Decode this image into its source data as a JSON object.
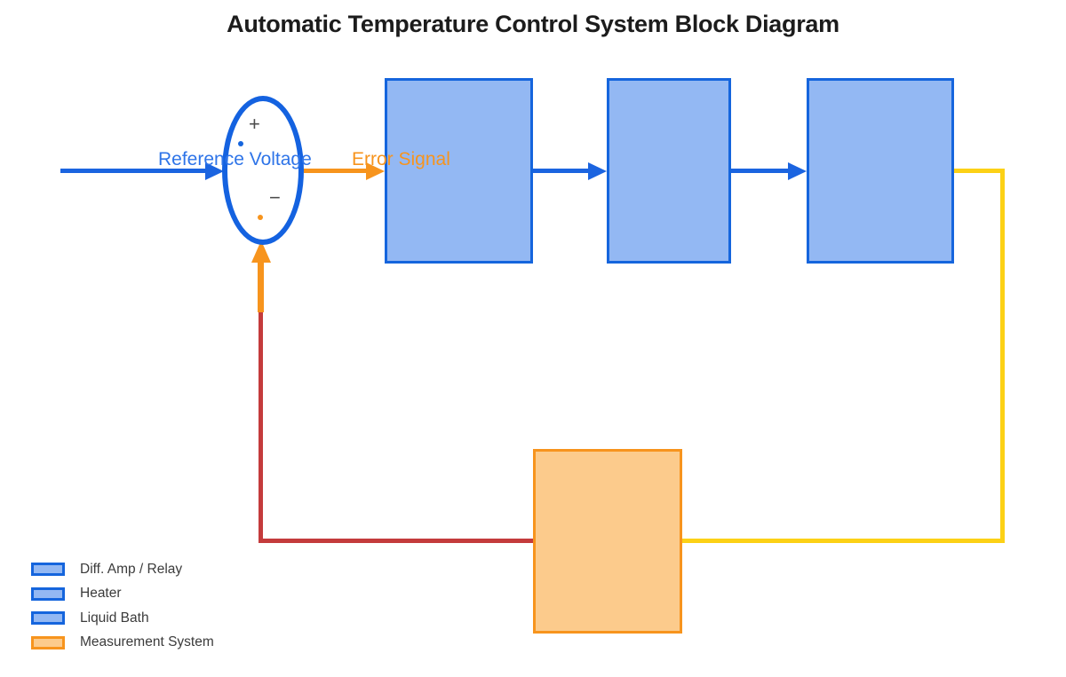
{
  "title": "Automatic Temperature Control System Block Diagram",
  "summing_junction": {
    "plus_sign": "+",
    "minus_sign": "−"
  },
  "labels": {
    "reference_voltage": "Reference Voltage",
    "error_signal": "Error Signal"
  },
  "blocks": [
    {
      "name": "diff-amp-relay",
      "fill": "#93b8f3",
      "border": "#1565dd"
    },
    {
      "name": "heater",
      "fill": "#93b8f3",
      "border": "#1565dd"
    },
    {
      "name": "liquid-bath",
      "fill": "#93b8f3",
      "border": "#1565dd"
    },
    {
      "name": "measurement-system",
      "fill": "#fccb8c",
      "border": "#f7941d"
    }
  ],
  "legend": {
    "items": [
      {
        "label": "Diff. Amp / Relay",
        "fill": "#93b8f3",
        "border": "#1565dd"
      },
      {
        "label": "Heater",
        "fill": "#93b8f3",
        "border": "#1565dd"
      },
      {
        "label": "Liquid Bath",
        "fill": "#93b8f3",
        "border": "#1565dd"
      },
      {
        "label": "Measurement System",
        "fill": "#fccb8c",
        "border": "#f7941d"
      }
    ]
  },
  "colors": {
    "block_blue_fill": "#93b8f3",
    "block_blue_border": "#1565dd",
    "block_orange_fill": "#fccb8c",
    "block_orange_border": "#f7941d",
    "arrow_blue": "#1b64e0",
    "arrow_orange": "#f7941d",
    "feedback_yellow": "#fcd116",
    "feedback_red": "#c43b3c",
    "label_blue": "#2e74e8",
    "label_orange": "#f7941d"
  }
}
